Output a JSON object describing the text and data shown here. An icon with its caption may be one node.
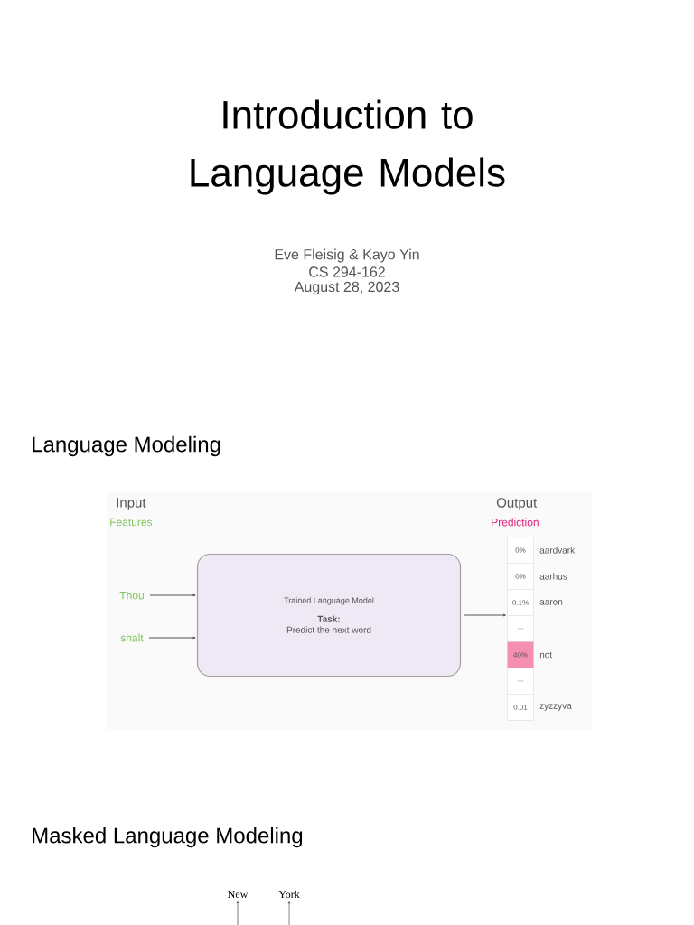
{
  "diagram": {
    "title": "Introduction to Language Models",
    "nodes": [
      {
        "text": [
          "Thou"
        ]
      },
      {
        "text": [
          "shalt"
        ]
      },
      {
        "text": [
          "Trained Language Model",
          "Task:",
          "Predict the next word"
        ]
      },
      {
        "text": [],
        "shape": "box"
      },
      {
        "text": [
          "0%"
        ],
        "in": 3,
        "beside": [
          "aardvark"
        ]
      },
      {
        "text": [
          "0%"
        ],
        "in": 3,
        "beside": [
          "aarhus"
        ]
      },
      {
        "text": [
          "0.1%"
        ],
        "in": 3,
        "beside": [
          "aaron"
        ]
      },
      {
        "text": [
          "..."
        ],
        "in": 3
      },
      {
        "text": [
          "40%"
        ],
        "in": 3,
        "beside": [
          "not"
        ]
      },
      {
        "text": [
          "..."
        ],
        "in": 3
      },
      {
        "text": [
          "0.01"
        ],
        "in": 3,
        "beside": [
          "zyzzyva"
        ]
      },
      {
        "text": [
          "New"
        ]
      },
      {
        "text": [
          "York"
        ]
      }
    ],
    "edges": [
      {
        "from": 0,
        "to": 2,
        "arrow": "to"
      },
      {
        "from": 1,
        "to": 2,
        "arrow": "to"
      },
      {
        "from": 2,
        "to": 3,
        "arrow": "to"
      },
      {
        "from": null,
        "to": 11,
        "arrow": "to"
      },
      {
        "from": null,
        "to": 12,
        "arrow": "to"
      }
    ],
    "labels": [
      "Eve Fleisig & Kayo Yin",
      "CS 294-162",
      "August 28, 2023",
      "Language Modeling",
      "Input",
      "Features",
      "Output",
      "Prediction",
      "Masked Language Modeling"
    ]
  }
}
